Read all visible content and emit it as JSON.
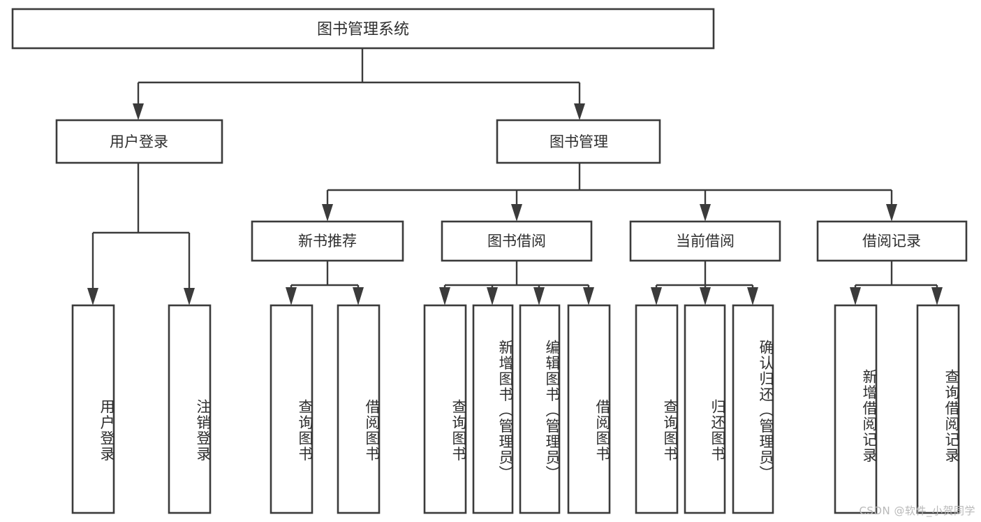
{
  "diagram": {
    "title": "图书管理系统",
    "type": "tree-hierarchy",
    "watermark": "CSDN @软件_小贺同学",
    "colors": {
      "stroke": "#3b3b3b",
      "text": "#2e2e2e",
      "background": "#ffffff",
      "watermark": "#b9b9b9"
    },
    "root": {
      "label": "图书管理系统"
    },
    "level2": [
      {
        "label": "用户登录"
      },
      {
        "label": "图书管理"
      }
    ],
    "level3": [
      {
        "label": "新书推荐"
      },
      {
        "label": "图书借阅"
      },
      {
        "label": "当前借阅"
      },
      {
        "label": "借阅记录"
      }
    ],
    "leaves": {
      "user_login": [
        {
          "label": "用户登录"
        },
        {
          "label": "注销登录"
        }
      ],
      "new_book_recommend": [
        {
          "label": "查询图书"
        },
        {
          "label": "借阅图书"
        }
      ],
      "book_borrow": [
        {
          "label": "查询图书"
        },
        {
          "label": "新增图书（管理员）"
        },
        {
          "label": "编辑图书（管理员）"
        },
        {
          "label": "借阅图书"
        }
      ],
      "current_borrow": [
        {
          "label": "查询图书"
        },
        {
          "label": "归还图书"
        },
        {
          "label": "确认归还（管理员）"
        }
      ],
      "borrow_record": [
        {
          "label": "新增借阅记录"
        },
        {
          "label": "查询借阅记录"
        }
      ]
    }
  }
}
